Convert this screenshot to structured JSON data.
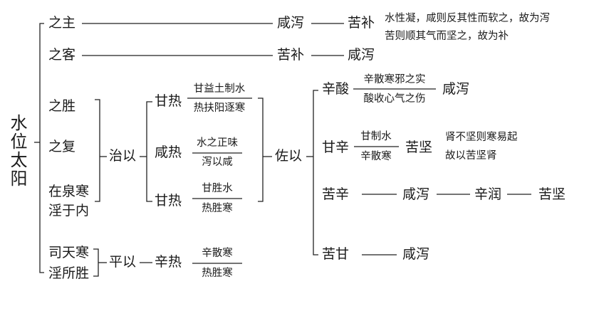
{
  "root": {
    "label": "水位太阳"
  },
  "row1": {
    "a": "之主",
    "b": "咸泻",
    "c": "苦补",
    "note1": "水性凝，咸则反其性而软之，故为泻",
    "note2": "苦则顺其气而坚之，故为补"
  },
  "row2": {
    "a": "之客",
    "b": "苦补",
    "c": "咸泻"
  },
  "group": {
    "items": [
      "之胜",
      "之复",
      "在泉寒",
      "淫于内"
    ],
    "zhiyi": "治以",
    "b1": {
      "label": "甘热",
      "top": "甘益土制水",
      "bottom": "热扶阳逐寒"
    },
    "b2": {
      "label": "咸热",
      "top": "水之正味",
      "bottom": "泻以咸"
    },
    "b3": {
      "label": "甘热",
      "top": "甘胜水",
      "bottom": "热胜寒"
    },
    "zuoyi": "佐以",
    "r1": {
      "label": "辛酸",
      "top": "辛散寒邪之实",
      "bottom": "酸收心气之伤",
      "result": "咸泻"
    },
    "r2": {
      "label": "甘辛",
      "top": "甘制水",
      "bottom": "辛散寒",
      "result": "苦坚",
      "note1": "肾不坚则寒易起",
      "note2": "故以苦坚肾"
    },
    "r3": {
      "label": "苦辛",
      "a": "咸泻",
      "b": "辛润",
      "c": "苦坚"
    },
    "r4": {
      "label": "苦甘",
      "a": "咸泻"
    }
  },
  "bottom": {
    "items": [
      "司天寒",
      "淫所胜"
    ],
    "pingyi": "平以",
    "label": "辛热",
    "top": "辛散寒",
    "bottom": "热胜寒"
  }
}
